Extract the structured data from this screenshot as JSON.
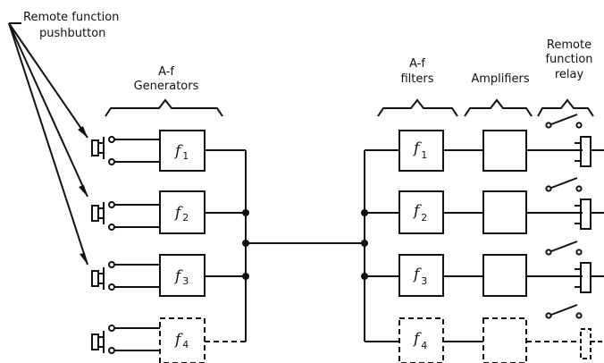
{
  "labels": {
    "pushbutton_line1": "Remote function",
    "pushbutton_line2": "pushbutton",
    "af_gen_line1": "A-f",
    "af_gen_line2": "Generators",
    "af_filt_line1": "A-f",
    "af_filt_line2": "filters",
    "amplifiers": "Amplifiers",
    "relay_line1": "Remote",
    "relay_line2": "function",
    "relay_line3": "relay"
  },
  "generators": [
    {
      "italic": "f",
      "sub": "1",
      "dashed": false
    },
    {
      "italic": "f",
      "sub": "2",
      "dashed": false
    },
    {
      "italic": "f",
      "sub": "3",
      "dashed": false
    },
    {
      "italic": "f",
      "sub": "4",
      "dashed": true
    }
  ],
  "filters": [
    {
      "italic": "f",
      "sub": "1",
      "dashed": false
    },
    {
      "italic": "f",
      "sub": "2",
      "dashed": false
    },
    {
      "italic": "f",
      "sub": "3",
      "dashed": false
    },
    {
      "italic": "f",
      "sub": "4",
      "dashed": true
    }
  ],
  "colors": {
    "ink": "#111111",
    "background": "#ffffff"
  }
}
